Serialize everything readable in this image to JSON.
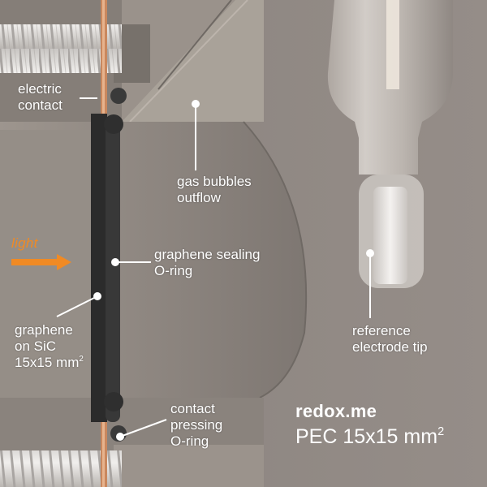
{
  "labels": {
    "electric_contact": [
      "electric",
      "contact"
    ],
    "gas_bubbles": [
      "gas bubbles",
      "outflow"
    ],
    "light": "light",
    "sealing_oring": [
      "graphene sealing",
      "O-ring"
    ],
    "graphene_on_sic": [
      "graphene",
      "on SiC",
      "15x15 mm",
      "2"
    ],
    "reference_tip": [
      "reference",
      "electrode tip"
    ],
    "contact_pressing": [
      "contact",
      "pressing",
      "O-ring"
    ]
  },
  "brand": {
    "name": "redox.me",
    "product": "PEC 15x15 mm",
    "product_sup": "2"
  },
  "colors": {
    "background": "#8d8580",
    "label_text": "#ffffff",
    "light_accent": "#f08a24",
    "oring": "#2e2e2e"
  }
}
